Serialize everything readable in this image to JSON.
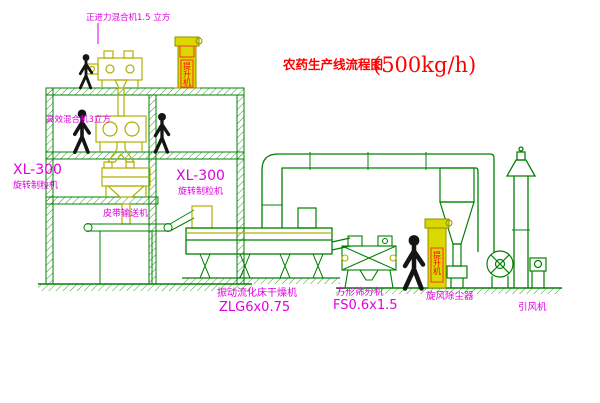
{
  "title": {
    "text": "农药生产线流程图",
    "capacity": "(500kg/h)"
  },
  "colors": {
    "structure_green": "#008000",
    "equipment_yellow": "#b0b000",
    "label_magenta": "#e000e0",
    "title_red": "#ff0000"
  },
  "labels": {
    "top_mixer": "正进力混合机1.5 立方",
    "second_mixer": "高效混合机3立方",
    "granulator_left_model": "XL-300",
    "granulator_left_name": "旋转制粒机",
    "granulator_mid_model": "XL-300",
    "granulator_mid_name": "旋转制粒机",
    "belt_conveyor": "皮带输送机",
    "dryer_name": "振动流化床干燥机",
    "dryer_model": "ZLG6x0.75",
    "sifter_name": "方形筛分机",
    "sifter_model": "FS0.6x1.5",
    "cyclone": "旋风除尘器",
    "fan": "引风机",
    "elevator_top": "提升机",
    "elevator_right": "提升机"
  }
}
